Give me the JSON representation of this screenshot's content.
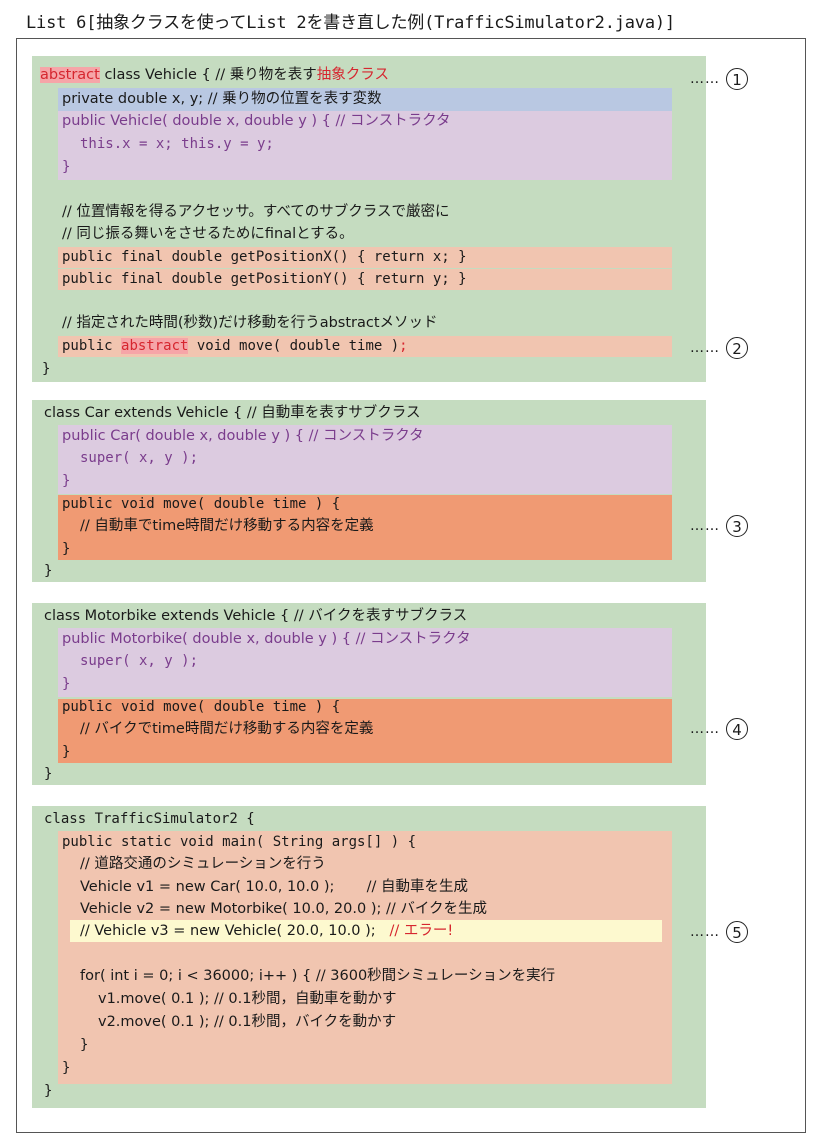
{
  "title": "List 6[抽象クラスを使ってList 2を書き直した例(TrafficSimulator2.java)]",
  "markers": {
    "dots": "……",
    "m1": "1",
    "m2": "2",
    "m3": "3",
    "m4": "4",
    "m5": "5"
  },
  "vehicle": {
    "l1_kw": "abstract",
    "l1_rest": " class Vehicle { // 乗り物を表す",
    "l1_red": "抽象クラス",
    "l2": "private double x, y; // 乗り物の位置を表す変数",
    "l3": "public Vehicle( double x, double y ) { // コンストラクタ",
    "l4": "this.x = x; this.y = y;",
    "l5": "}",
    "l6": "// 位置情報を得るアクセッサ。すべてのサブクラスで厳密に",
    "l7": "// 同じ振る舞いをさせるためにfinalとする。",
    "l8": "public final double getPositionX() { return x; }",
    "l9": "public final double getPositionY() { return y; }",
    "l10": "// 指定された時間(秒数)だけ移動を行うabstractメソッド",
    "l11_a": "public ",
    "l11_kw": "abstract",
    "l11_b": " void move( double time )",
    "l11_c": ";",
    "l12": "}"
  },
  "car": {
    "l1": "class Car extends Vehicle { // 自動車を表すサブクラス",
    "l2": "public Car( double x, double y ) { // コンストラクタ",
    "l3": "super( x, y );",
    "l4": "}",
    "l5": "public void move( double time ) {",
    "l6": "// 自動車でtime時間だけ移動する内容を定義",
    "l7": "}",
    "l8": "}"
  },
  "bike": {
    "l1": "class Motorbike extends Vehicle { // バイクを表すサブクラス",
    "l2": "public Motorbike( double x, double y ) { // コンストラクタ",
    "l3": "super( x, y );",
    "l4": "}",
    "l5": "public void move( double time ) {",
    "l6": "// バイクでtime時間だけ移動する内容を定義",
    "l7": "}",
    "l8": "}"
  },
  "sim": {
    "l1": "class TrafficSimulator2 {",
    "l2": "public static void main( String args[] ) {",
    "l3": "// 道路交通のシミュレーションを行う",
    "l4": "Vehicle v1 = new Car( 10.0, 10.0 );       // 自動車を生成",
    "l5": "Vehicle v2 = new Motorbike( 10.0, 20.0 ); // バイクを生成",
    "l6_a": "// Vehicle v3 = new Vehicle( 20.0, 10.0 );   ",
    "l6_b": "// エラー!",
    "l7": "for( int i = 0; i < 36000; i++ ) { // 3600秒間シミュレーションを実行",
    "l8": "v1.move( 0.1 ); // 0.1秒間，自動車を動かす",
    "l9": "v2.move( 0.1 ); // 0.1秒間，バイクを動かす",
    "l10": "}",
    "l11": "}",
    "l12": "}"
  }
}
